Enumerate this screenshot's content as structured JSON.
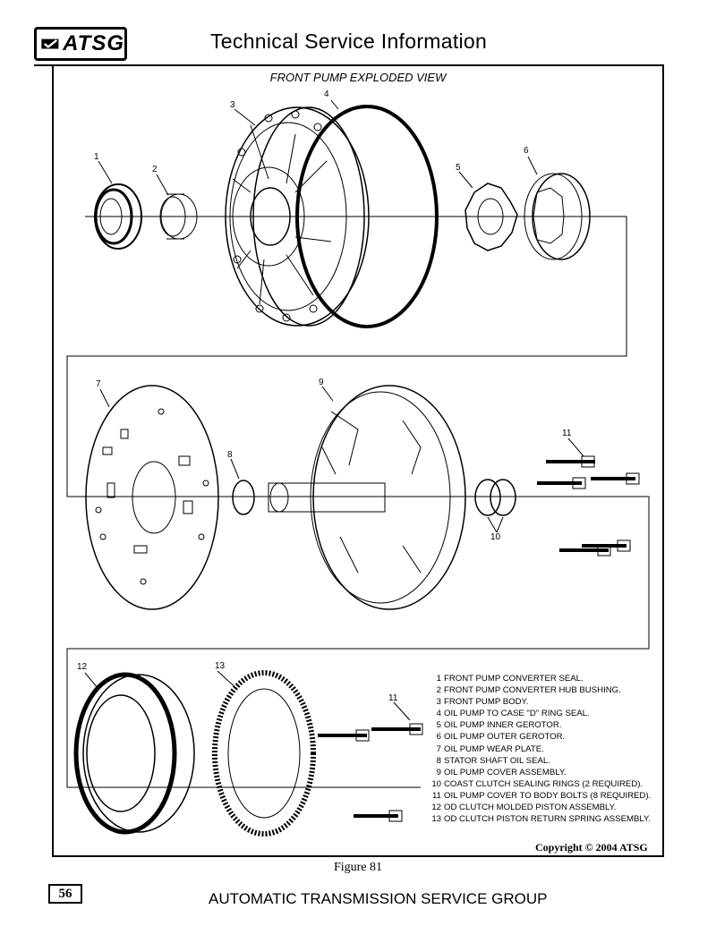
{
  "header": {
    "logo_text": "ATSG",
    "title": "Technical Service Information"
  },
  "diagram": {
    "title": "FRONT PUMP EXPLODED VIEW",
    "callouts": [
      "1",
      "2",
      "3",
      "4",
      "5",
      "6",
      "7",
      "8",
      "9",
      "10",
      "11",
      "11",
      "12",
      "13"
    ]
  },
  "legend": [
    {
      "num": "1",
      "text": "FRONT PUMP CONVERTER SEAL."
    },
    {
      "num": "2",
      "text": "FRONT PUMP CONVERTER HUB BUSHING."
    },
    {
      "num": "3",
      "text": "FRONT PUMP BODY."
    },
    {
      "num": "4",
      "text": "OIL PUMP TO CASE \"D\" RING SEAL."
    },
    {
      "num": "5",
      "text": "OIL PUMP INNER GEROTOR."
    },
    {
      "num": "6",
      "text": "OIL PUMP OUTER GEROTOR."
    },
    {
      "num": "7",
      "text": "OIL PUMP WEAR PLATE."
    },
    {
      "num": "8",
      "text": "STATOR SHAFT OIL SEAL."
    },
    {
      "num": "9",
      "text": "OIL PUMP COVER ASSEMBLY."
    },
    {
      "num": "10",
      "text": "COAST CLUTCH SEALING RINGS (2 REQUIRED)."
    },
    {
      "num": "11",
      "text": "OIL PUMP COVER TO BODY BOLTS  (8 REQUIRED)."
    },
    {
      "num": "12",
      "text": "OD CLUTCH MOLDED PISTON ASSEMBLY."
    },
    {
      "num": "13",
      "text": "OD CLUTCH PISTON RETURN SPRING ASSEMBLY."
    }
  ],
  "copyright": "Copyright © 2004 ATSG",
  "figure_caption": "Figure 81",
  "footer": {
    "page_number": "56",
    "title": "AUTOMATIC TRANSMISSION SERVICE GROUP"
  }
}
